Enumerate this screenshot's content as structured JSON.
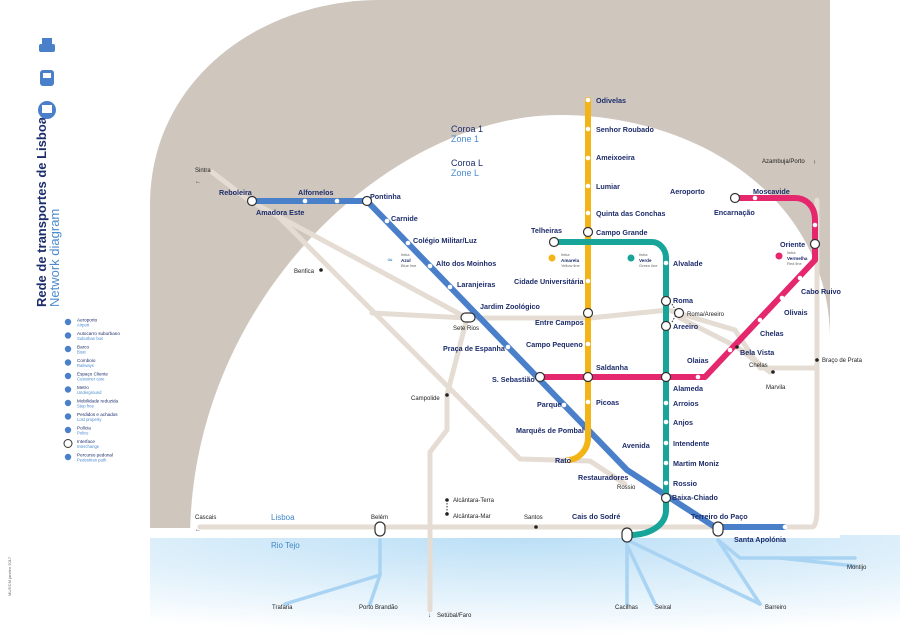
{
  "title": {
    "line1": "Rede de transportes de Lisboa",
    "line2": "Network diagram"
  },
  "zones": {
    "coroa1": "Coroa 1",
    "zone1": "Zone 1",
    "coroaL": "Coroa L",
    "zoneL": "Zone L"
  },
  "water": {
    "lisboa": "Lisboa",
    "tejo": "Rio Tejo"
  },
  "colors": {
    "blue": "#4a7fc9",
    "yellow": "#f2b417",
    "green": "#17a59a",
    "red": "#e5286d",
    "gray": "#e5dcd3",
    "sand": "#cfc6bd",
    "river": "#d8eefb"
  },
  "external": {
    "sintra": "Sintra",
    "azambuja": "Azambuja/Porto",
    "cascais": "Cascais",
    "setubal": "Setúbal/Faro",
    "montijo": "Montijo",
    "barreiro": "Barreiro",
    "seixal": "Seixal",
    "cacilhas": "Cacilhas",
    "porto_brandao": "Porto Brandão",
    "trafaria": "Trafaria"
  },
  "rail_stations": {
    "benfica": "Benfica",
    "sete_rios": "Sete Rios",
    "campolide": "Campolide",
    "alcantara_terra": "Alcântara-Terra",
    "alcantara_mar": "Alcântara-Mar",
    "santos": "Santos",
    "belem": "Belém",
    "chelas": "Chelas",
    "marvila": "Marvila",
    "braco_prata": "Braço\nde Prata",
    "roma_areeiro": "Roma/Areeiro",
    "rossio_cp": "Rossio"
  },
  "stations": {
    "reboleira": "Reboleira",
    "alfornelos": "Alfornelos",
    "amadora_este": "Amadora Este",
    "pontinha": "Pontinha",
    "carnide": "Carnide",
    "colegio_militar": "Colégio Militar/Luz",
    "alto_moinhos": "Alto dos Moinhos",
    "laranjeiras": "Laranjeiras",
    "jardim_zoologico": "Jardim Zoológico",
    "praca_espanha": "Praça de Espanha",
    "s_sebastiao": "S. Sebastião",
    "parque": "Parque",
    "marques_pombal": "Marquês de Pombal",
    "avenida": "Avenida",
    "restauradores": "Restauradores",
    "baixa_chiado": "Baixa-Chiado",
    "terreiro_paco": "Terreiro do Paço",
    "santa_apolonia": "Santa Apolónia",
    "odivelas": "Odivelas",
    "senhor_roubado": "Senhor Roubado",
    "ameixoeira": "Ameixoeira",
    "lumiar": "Lumiar",
    "quinta_conchas": "Quinta das Conchas",
    "campo_grande": "Campo Grande",
    "cidade_universitaria": "Cidade Universitária",
    "entre_campos": "Entre Campos",
    "campo_pequeno": "Campo Pequeno",
    "saldanha": "Saldanha",
    "picoas": "Picoas",
    "rato": "Rato",
    "telheiras": "Telheiras",
    "alvalade": "Alvalade",
    "roma": "Roma",
    "areeiro": "Areeiro",
    "alameda": "Alameda",
    "arroios": "Arroios",
    "anjos": "Anjos",
    "intendente": "Intendente",
    "martim_moniz": "Martim Moniz",
    "rossio": "Rossio",
    "cais_sodre": "Cais do Sodré",
    "aeroporto": "Aeroporto",
    "encarnacao": "Encarnação",
    "moscavide": "Moscavide",
    "oriente": "Oriente",
    "cabo_ruivo": "Cabo Ruivo",
    "olivais": "Olivais",
    "chelas": "Chelas",
    "bela_vista": "Bela Vista",
    "olaias": "Olaias"
  },
  "line_tags": {
    "blue": {
      "l1": "linha",
      "l2": "Azul",
      "l3": "Blue line"
    },
    "yellow": {
      "l1": "linha",
      "l2": "Amarela",
      "l3": "Yellow line"
    },
    "green": {
      "l1": "linha",
      "l2": "Verde",
      "l3": "Green line"
    },
    "red": {
      "l1": "linha",
      "l2": "Vermelha",
      "l3": "Red line"
    }
  },
  "legend": [
    {
      "pt": "Aeroporto",
      "en": "Airport",
      "icon": "plane-icon"
    },
    {
      "pt": "Autocarro suburbano",
      "en": "Suburban bus",
      "icon": "bus-icon"
    },
    {
      "pt": "Barco",
      "en": "Boat",
      "icon": "boat-icon"
    },
    {
      "pt": "Comboio",
      "en": "Railways",
      "icon": "train-icon"
    },
    {
      "pt": "Espaço Cliente",
      "en": "Customer care",
      "icon": "customer-icon"
    },
    {
      "pt": "Metro",
      "en": "Underground",
      "icon": "metro-icon"
    },
    {
      "pt": "Mobilidade reduzida",
      "en": "Step free",
      "icon": "wheelchair-icon"
    },
    {
      "pt": "Perdidos e achados",
      "en": "Lost property",
      "icon": "lost-icon"
    },
    {
      "pt": "Polícia",
      "en": "Police",
      "icon": "police-icon"
    },
    {
      "pt": "Interface",
      "en": "Interchange",
      "icon": "interchange-icon"
    },
    {
      "pt": "Percurso pedonal",
      "en": "Pedestrian path",
      "icon": "walk-icon"
    }
  ],
  "footnote": "ML/GCM janeiro 2017"
}
